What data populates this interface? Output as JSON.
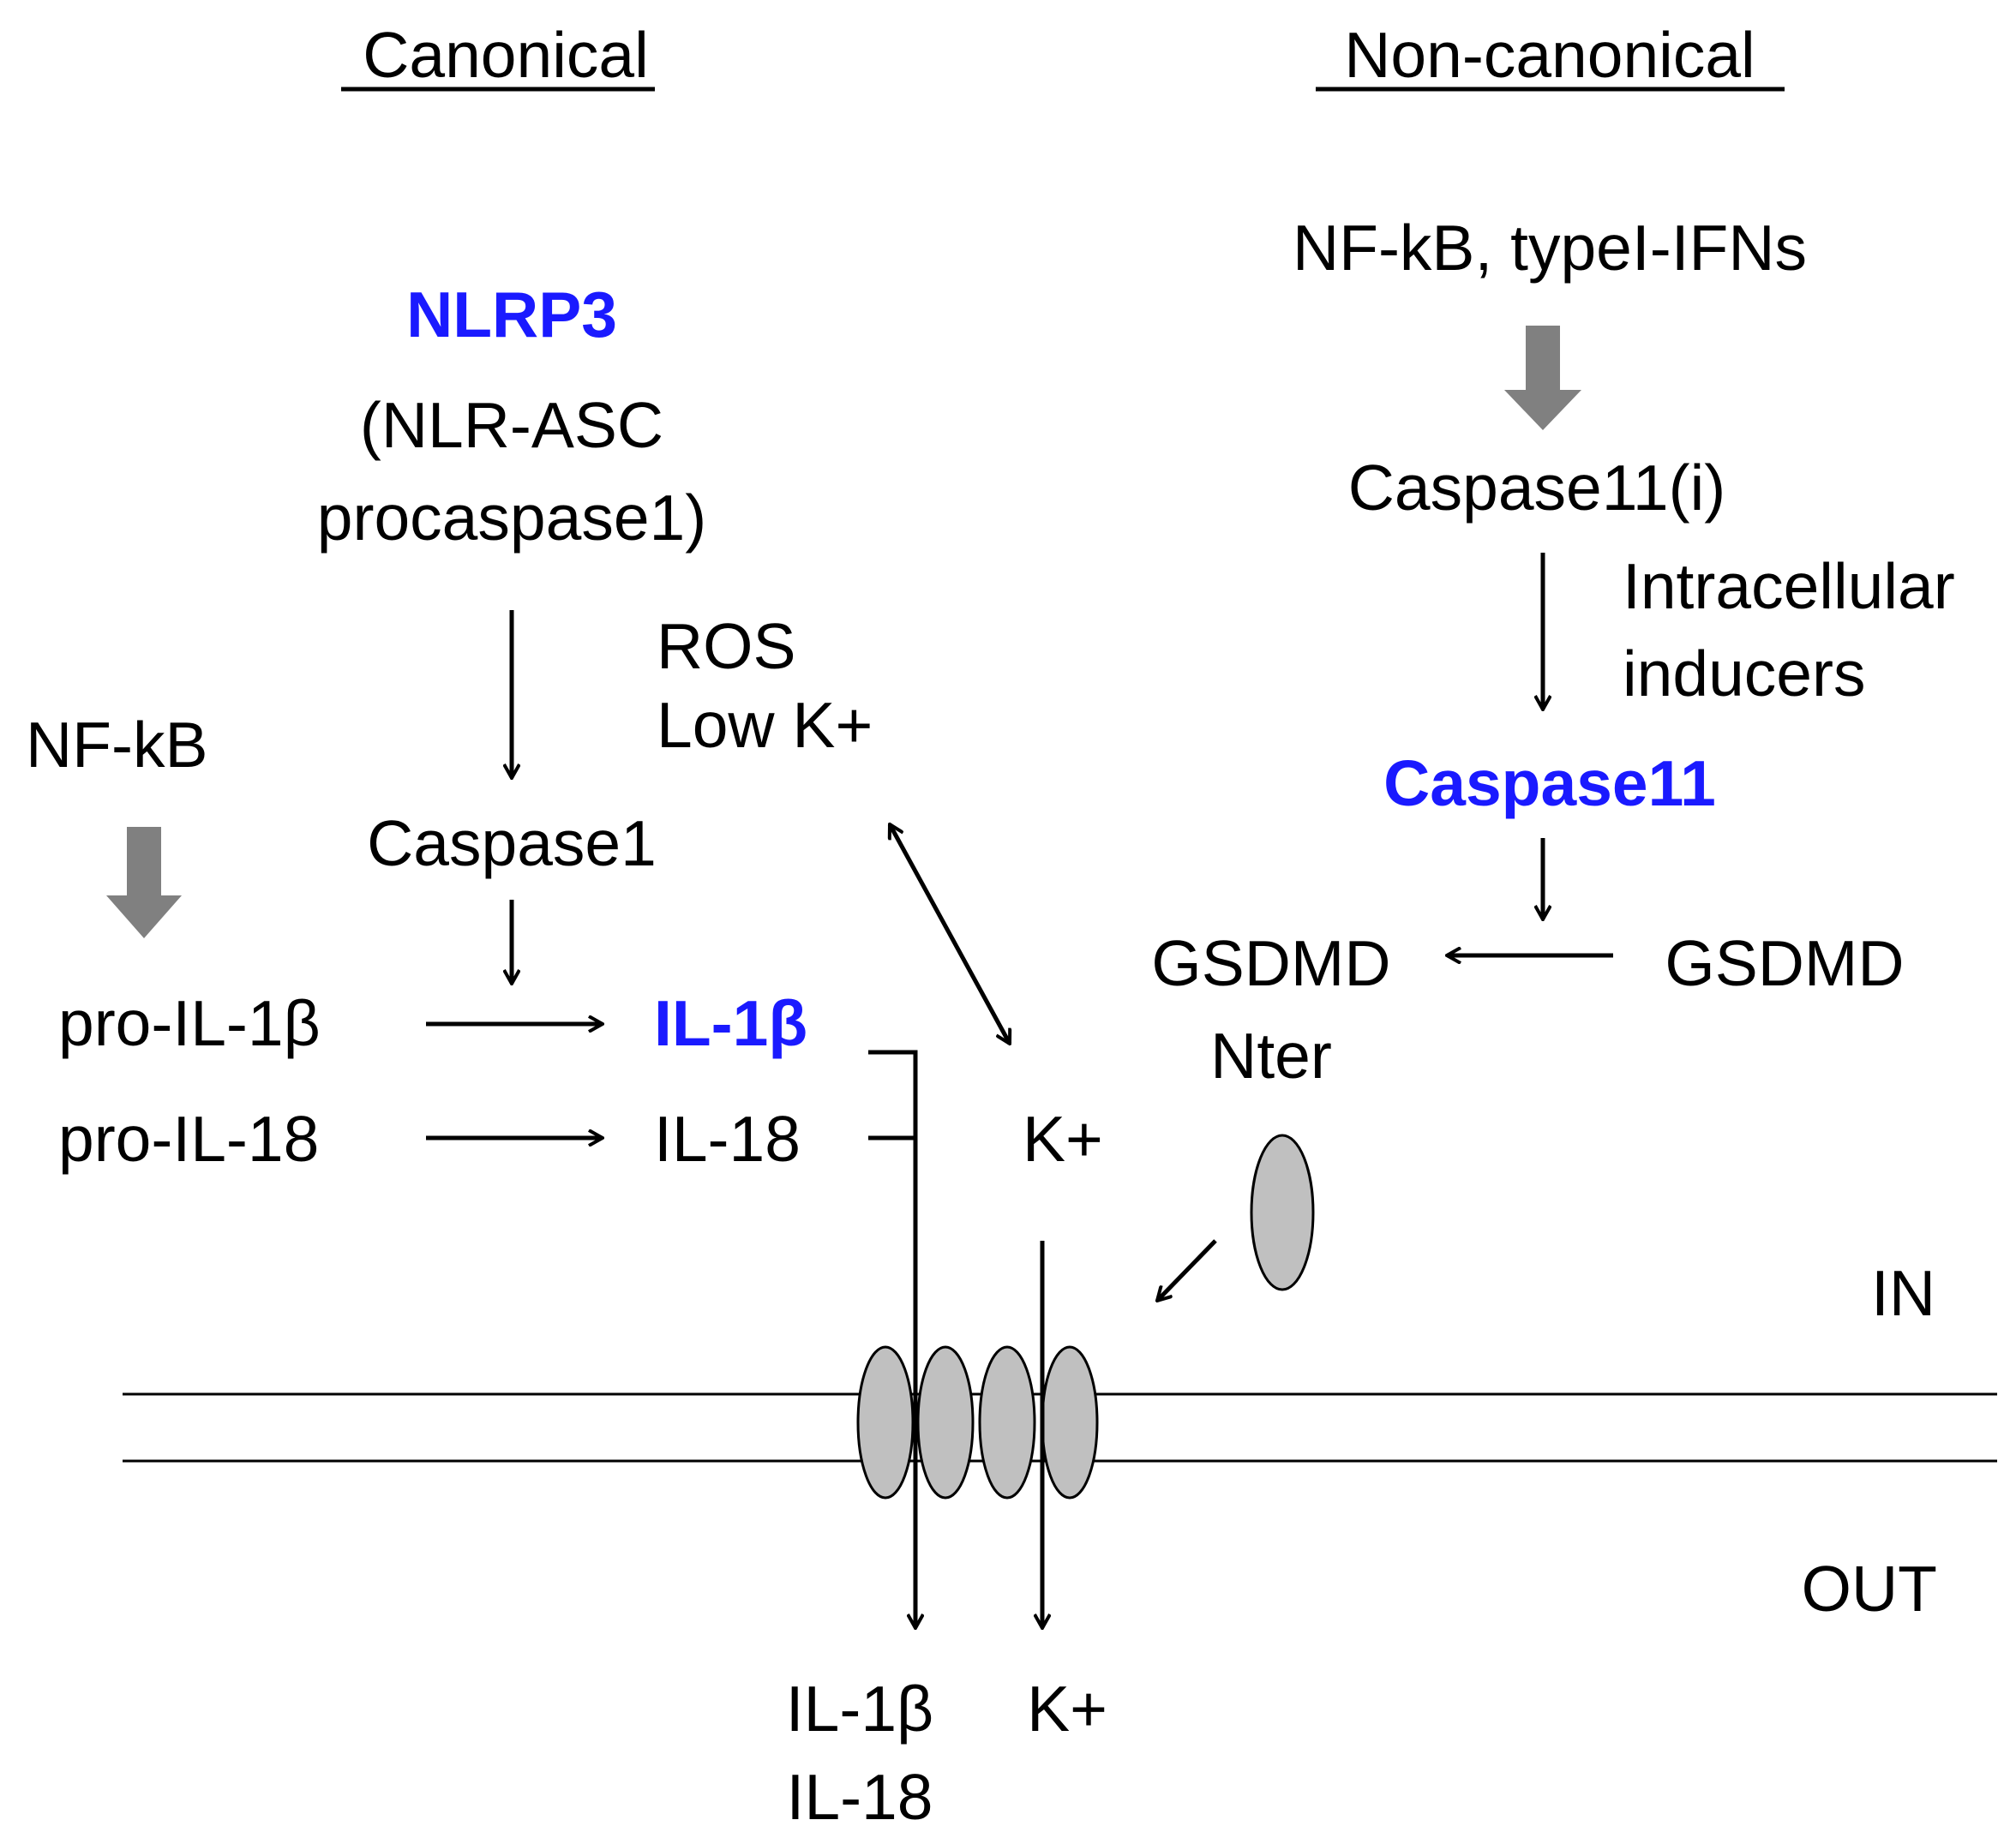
{
  "headers": {
    "canonical": "Canonical",
    "non_canonical": "Non-canonical"
  },
  "canonical": {
    "nlrp3": "NLRP3",
    "complex_line1": "(NLR-ASC",
    "complex_line2": "procaspase1)",
    "caspase1": "Caspase1",
    "ros": "ROS",
    "low_k": "Low K+",
    "nfkb": "NF-kB",
    "pro_il1b": "pro-IL-1β",
    "pro_il18": "pro-IL-18",
    "il1b": "IL-1β",
    "il18": "IL-18",
    "k_in": "K+"
  },
  "non_canonical": {
    "nfkb_ifn": "NF-kB, typeI-IFNs",
    "caspase11i": "Caspase11(i)",
    "inducers_line1": "Intracellular",
    "inducers_line2": "inducers",
    "caspase11": "Caspase11",
    "gsdmd": "GSDMD",
    "gsdmd_nter_line1": "GSDMD",
    "gsdmd_nter_line2": "Nter"
  },
  "compartments": {
    "in": "IN",
    "out": "OUT"
  },
  "outside": {
    "il1b": "IL-1β",
    "il18": "IL-18",
    "k": "K+"
  },
  "colors": {
    "highlight": "#1a1aff",
    "induction_arrow": "#808080",
    "pore": "#c0c0c0",
    "line": "#000000"
  }
}
